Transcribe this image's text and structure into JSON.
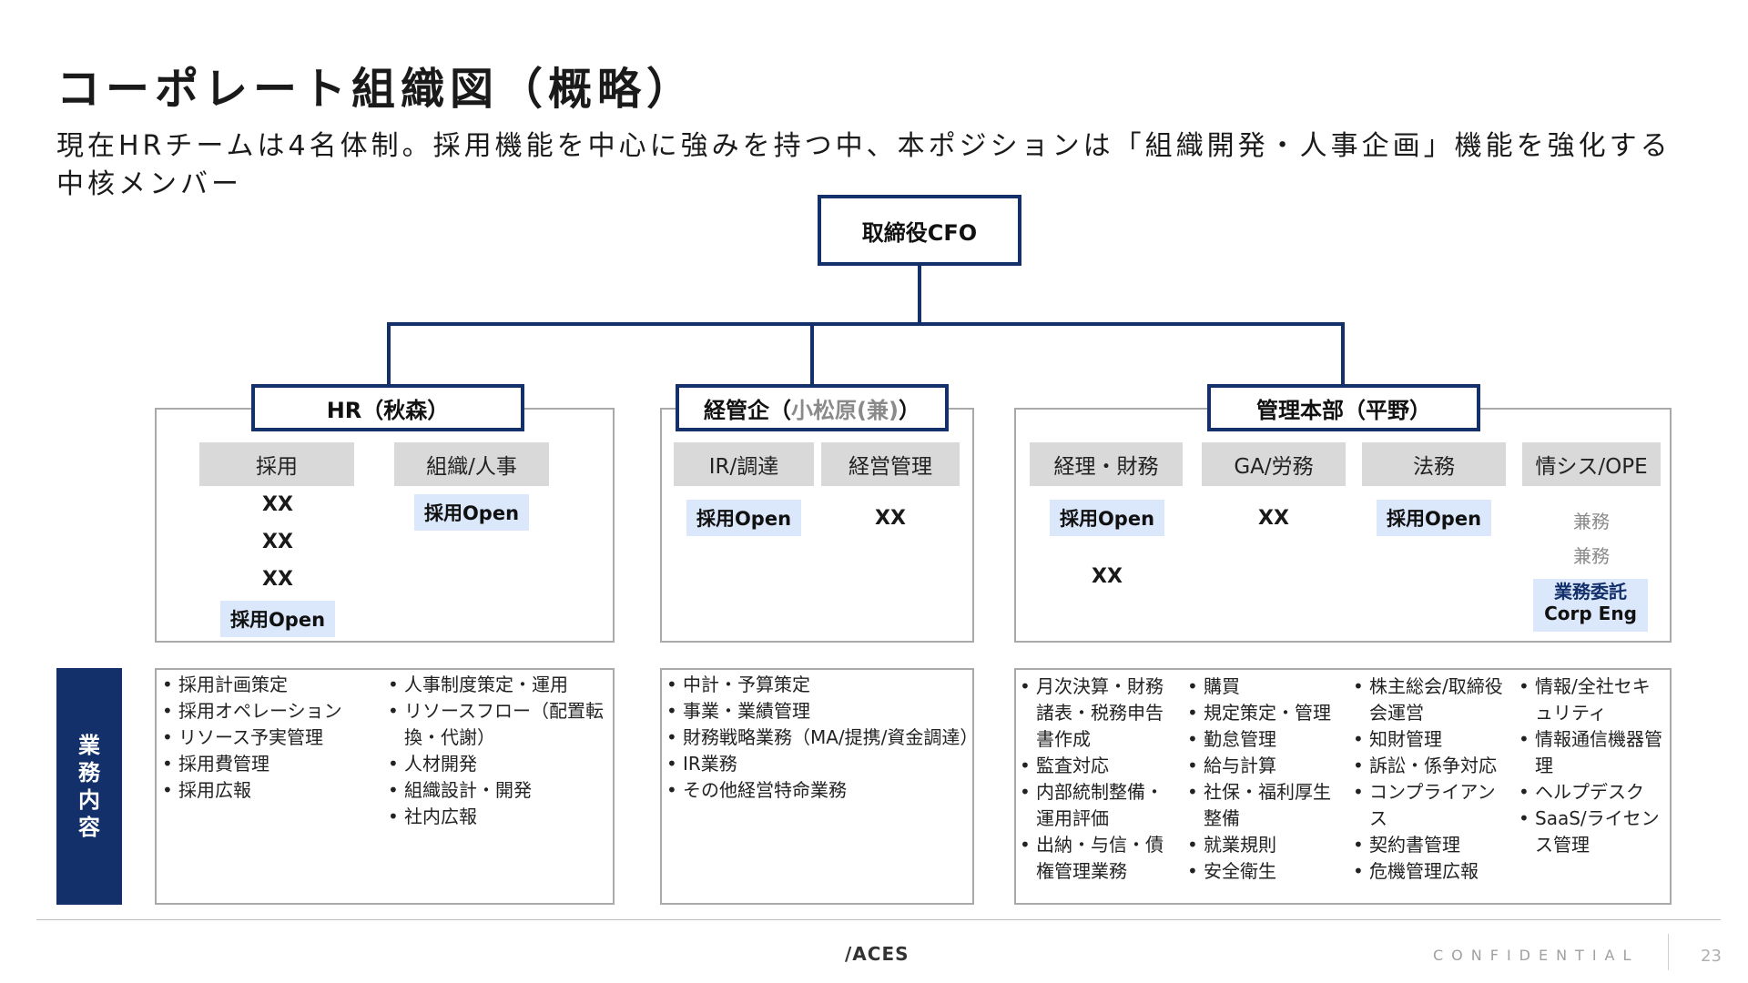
{
  "title": "コーポレート組織図（概略）",
  "subtitle": "現在HRチームは4名体制。採用機能を中心に強みを持つ中、本ポジションは「組織開発・人事企画」機能を強化する中核メンバー",
  "top_node": "取締役CFO",
  "colors": {
    "navy": "#13306b",
    "open_fill": "#dbe7fb",
    "header_gray": "#d9d9d9",
    "muted": "#8a8a8a"
  },
  "divisions": {
    "hr": {
      "label": "HR（秋森）",
      "functions": [
        {
          "name": "採用",
          "members": [
            "XX",
            "XX",
            "XX"
          ],
          "open": "採用Open"
        },
        {
          "name": "組織/人事",
          "open": "採用Open"
        }
      ]
    },
    "keikan": {
      "label_main": "経管企（",
      "label_muted": "小松原(兼)",
      "label_end": "）",
      "functions": [
        {
          "name": "IR/調達",
          "open": "採用Open"
        },
        {
          "name": "経営管理",
          "members": [
            "XX"
          ]
        }
      ]
    },
    "kanri": {
      "label": "管理本部（平野）",
      "functions": [
        {
          "name": "経理・財務",
          "open": "採用Open",
          "members": [
            "XX"
          ]
        },
        {
          "name": "GA/労務",
          "members": [
            "XX"
          ]
        },
        {
          "name": "法務",
          "open": "採用Open"
        },
        {
          "name": "情シス/OPE",
          "members": [
            "兼務",
            "兼務"
          ],
          "contract_line1": "業務委託",
          "contract_line2": "Corp Eng"
        }
      ]
    }
  },
  "duties_label": [
    "業",
    "務",
    "内",
    "容"
  ],
  "duties": {
    "hr_col1": [
      "採用計画策定",
      "採用オペレーション",
      "リソース予実管理",
      "採用費管理",
      "採用広報"
    ],
    "hr_col2": [
      "人事制度策定・運用",
      "リソースフロー（配置転換・代謝）",
      "人材開発",
      "組織設計・開発",
      "社内広報"
    ],
    "keikan": [
      "中計・予算策定",
      "事業・業績管理",
      "財務戦略業務（MA/提携/資金調達）",
      "IR業務",
      "その他経営特命業務"
    ],
    "kanri_col1": [
      "月次決算・財務諸表・税務申告書作成",
      "監査対応",
      "内部統制整備・運用評価",
      "出納・与信・債権管理業務"
    ],
    "kanri_col2": [
      "購買",
      "規定策定・管理",
      "勤怠管理",
      "給与計算",
      "社保・福利厚生整備",
      "就業規則",
      "安全衛生"
    ],
    "kanri_col3": [
      "株主総会/取締役会運営",
      "知財管理",
      "訴訟・係争対応",
      "コンプライアンス",
      "契約書管理",
      "危機管理広報"
    ],
    "kanri_col4": [
      "情報/全社セキュリティ",
      "情報通信機器管理",
      "ヘルプデスク",
      "SaaS/ライセンス管理"
    ]
  },
  "footer": {
    "logo": "/ACES",
    "confidential": "CONFIDENTIAL",
    "page": "23"
  }
}
